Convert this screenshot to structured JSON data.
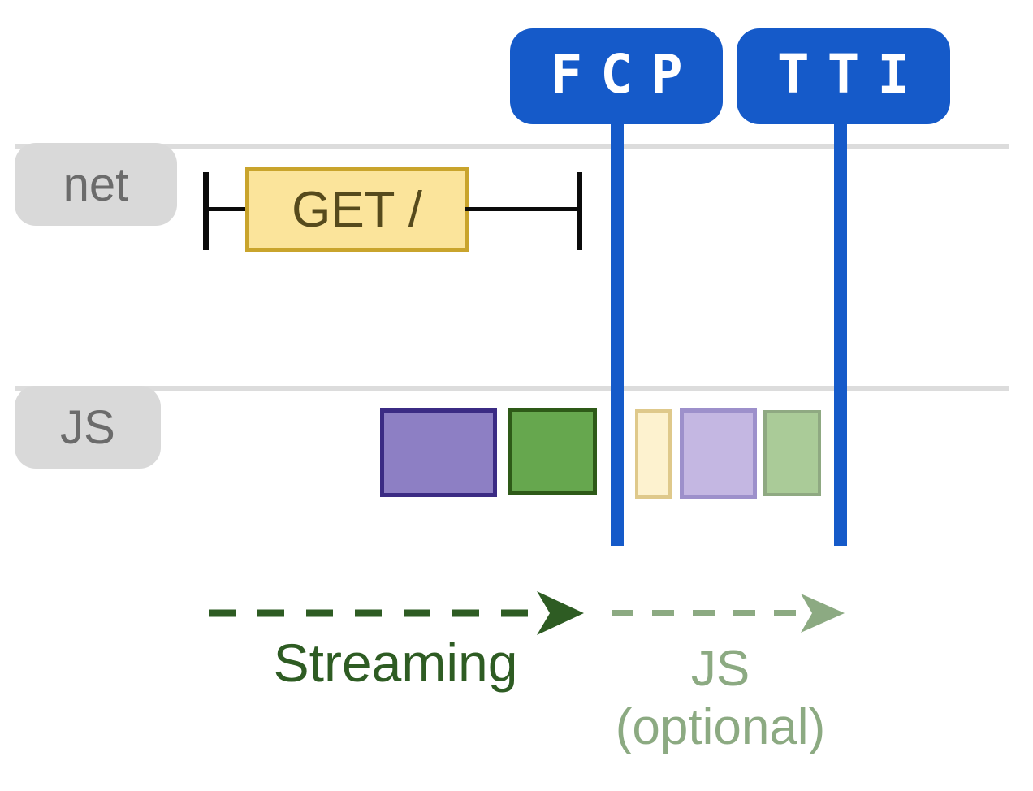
{
  "markers": [
    {
      "id": "fcp",
      "label": "FCP"
    },
    {
      "id": "tti",
      "label": "TTI"
    }
  ],
  "colors": {
    "marker_blue": "#155ac9",
    "track_gray": "#dcdcdc",
    "label_gray": "#d9d9d9",
    "label_text_gray": "#6b6b6b",
    "whisker_black": "#0b0b0b"
  },
  "net_track": {
    "label": "net",
    "request": {
      "label": "GET /",
      "fill": "#fbe49b",
      "border": "#c9a42c",
      "text_color": "#564a1c"
    }
  },
  "js_track": {
    "label": "JS",
    "tasks": [
      {
        "name": "task-purple",
        "fill": "#8d7fc4",
        "border": "#3b2b84"
      },
      {
        "name": "task-green",
        "fill": "#66a74e",
        "border": "#2e5a18"
      },
      {
        "name": "task-faded-yellow",
        "fill": "#fdf2cf",
        "border": "#dfc98b"
      },
      {
        "name": "task-faded-purple",
        "fill": "#c4b7e2",
        "border": "#9d90cb"
      },
      {
        "name": "task-faded-green",
        "fill": "#aacb98",
        "border": "#8fa982"
      }
    ]
  },
  "annotations": {
    "streaming": {
      "label": "Streaming",
      "color": "#2e5c23"
    },
    "js_optional": {
      "line1": "JS",
      "line2": "(optional)",
      "color": "#8caa82"
    }
  }
}
